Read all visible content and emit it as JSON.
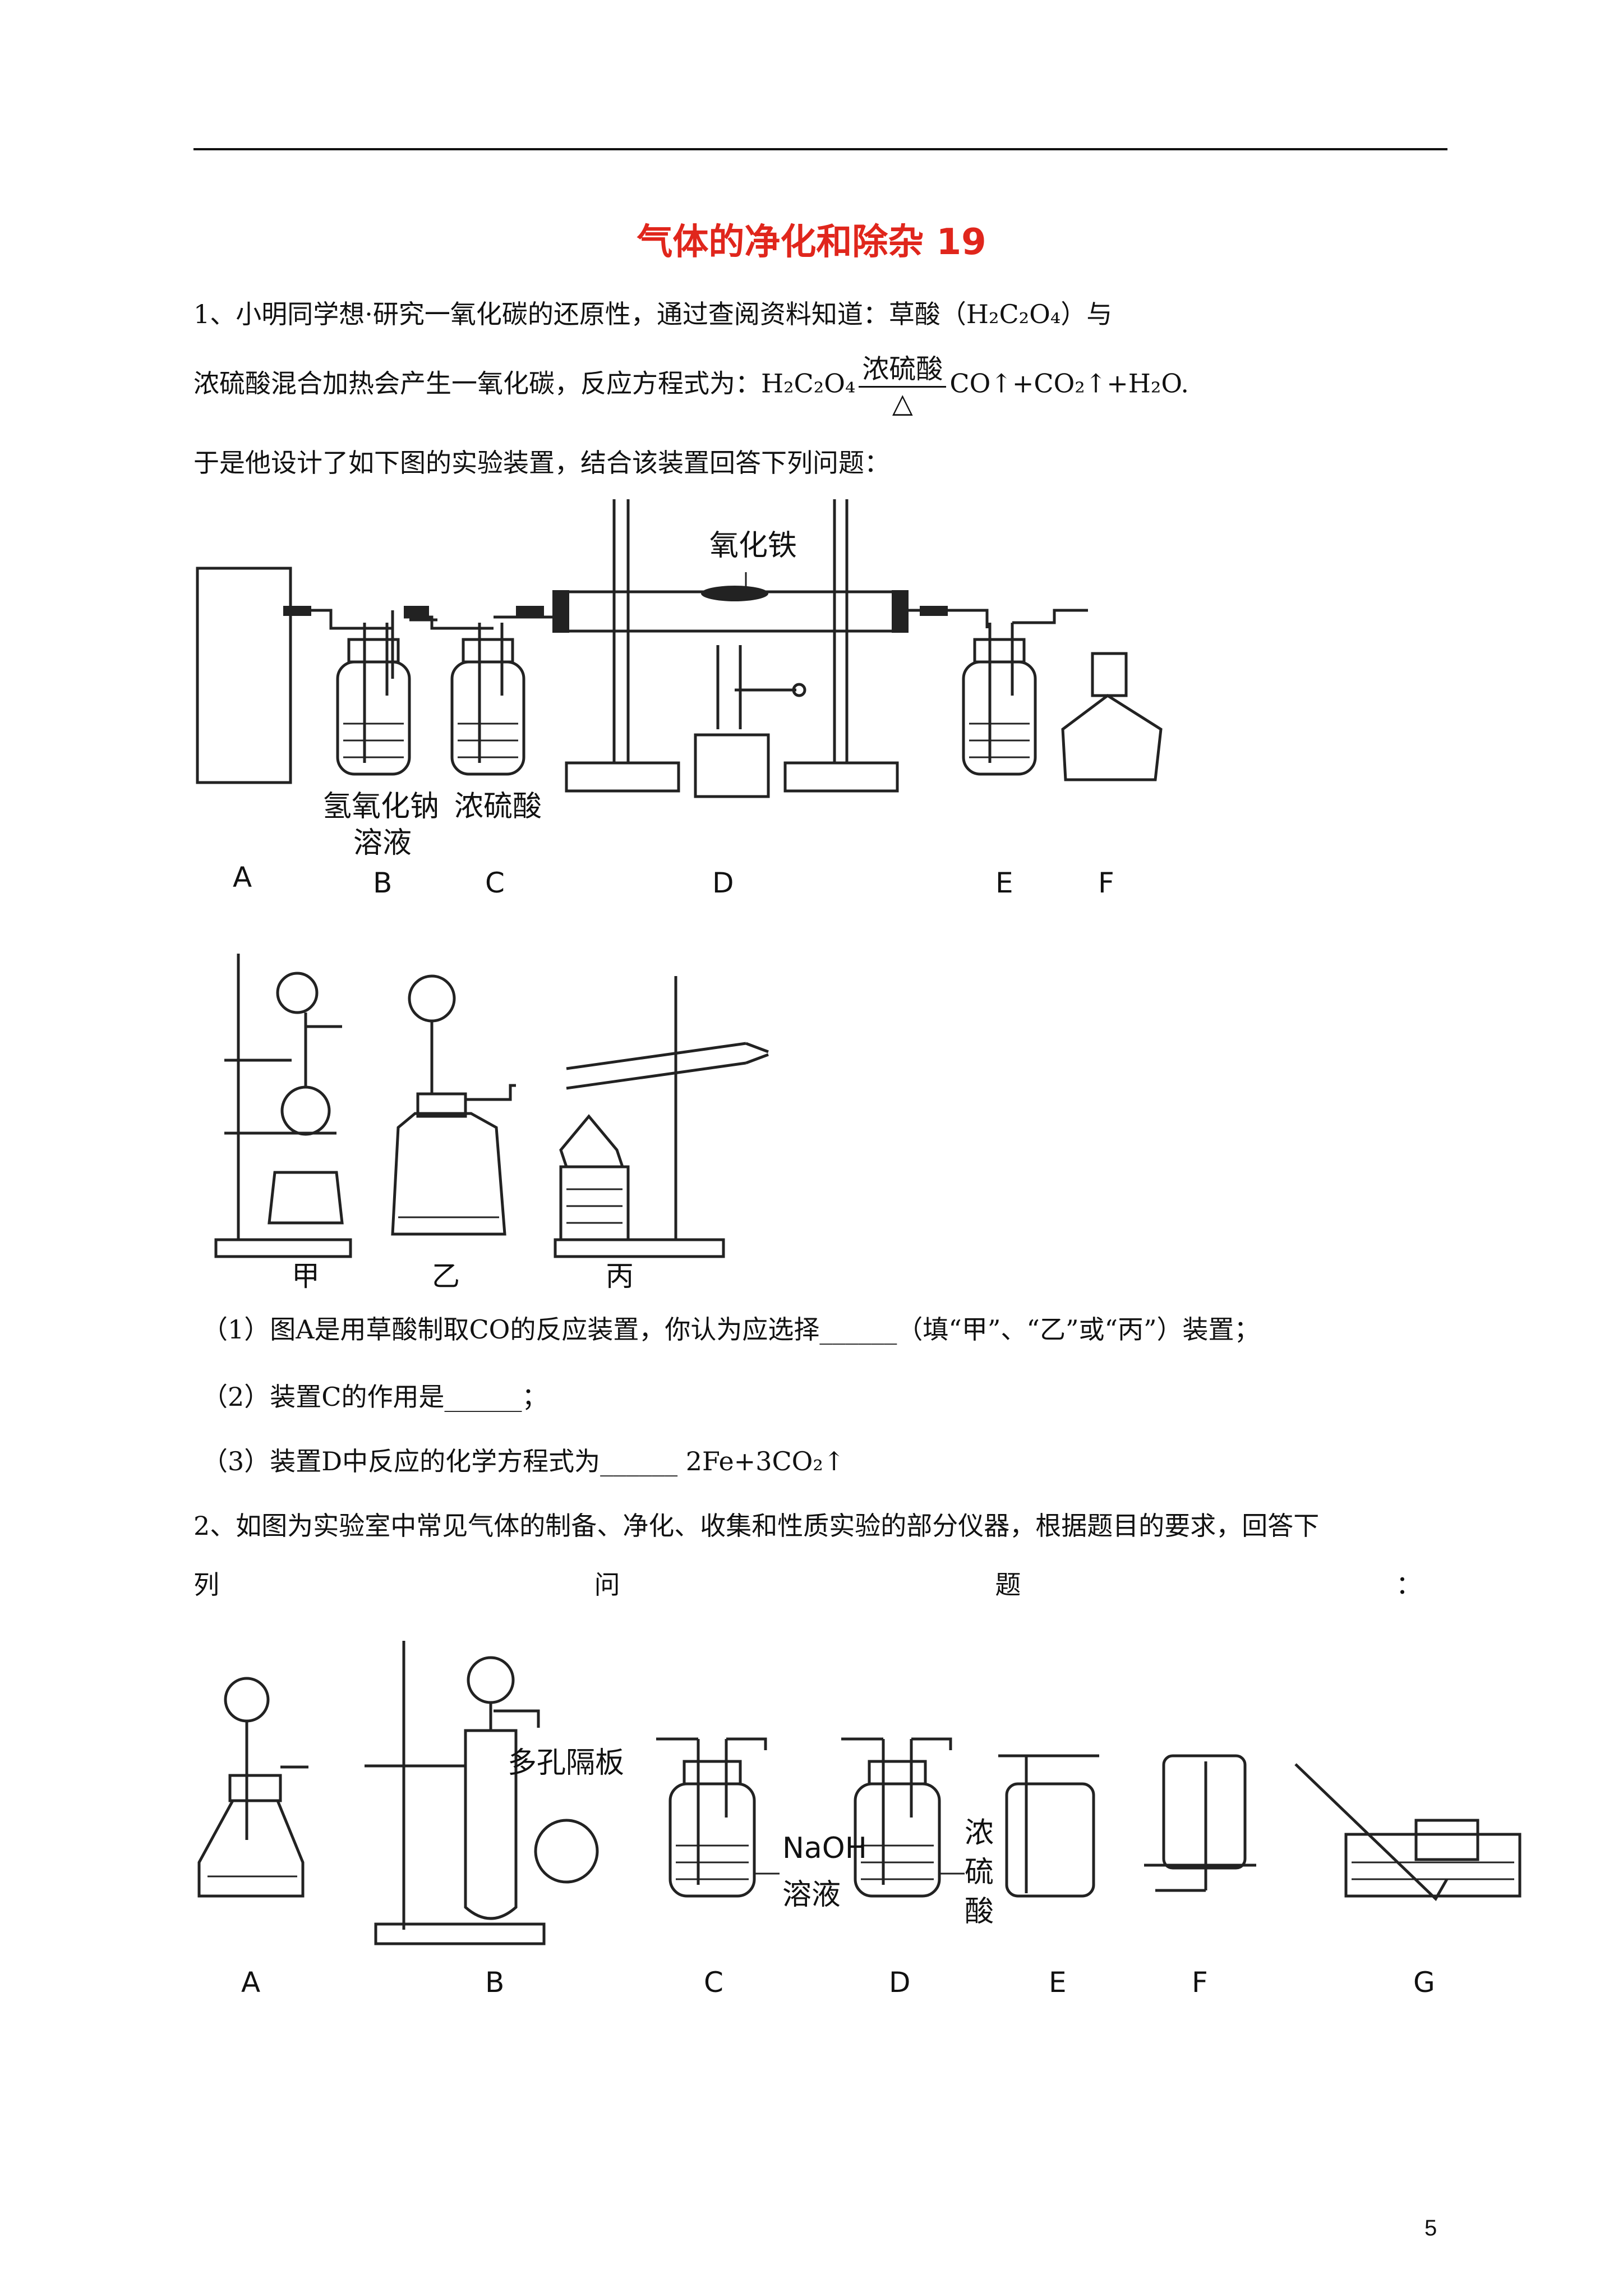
{
  "page": {
    "title": "气体的净化和除杂 19",
    "page_number": "5"
  },
  "q1": {
    "line1": "1、小明同学想·研究一氧化碳的还原性，通过查阅资料知道：草酸（H₂C₂O₄）与",
    "line2_pre": "浓硫酸混合加热会产生一氧化碳，反应方程式为：H₂C₂O₄",
    "cond_top": "浓硫酸",
    "cond_bot": "△",
    "line2_post": "CO↑+CO₂↑+H₂O.",
    "line3": "于是他设计了如下图的实验装置，结合该装置回答下列问题：",
    "fig1": {
      "label_iron_oxide": "氧化铁",
      "label_naoh_1": "氢氧化钠",
      "label_naoh_2": "溶液",
      "label_acid": "浓硫酸",
      "letters": [
        "A",
        "B",
        "C",
        "D",
        "E",
        "F"
      ]
    },
    "fig2": {
      "letters": [
        "甲",
        "乙",
        "丙"
      ]
    },
    "sub1": "（1）图A是用草酸制取CO的反应装置，你认为应选择______（填“甲”、“乙”或“丙”）装置；",
    "sub2": "（2）装置C的作用是______；",
    "sub3": "（3）装置D中反应的化学方程式为______    2Fe+3CO₂↑"
  },
  "q2": {
    "line1": "2、如图为实验室中常见气体的制备、净化、收集和性质实验的部分仪器，根据题目的要求，回答下",
    "line2": [
      "列",
      "问",
      "题",
      "："
    ],
    "fig3": {
      "label_porous": "多孔隔板",
      "label_naoh_1": "NaOH",
      "label_naoh_2": "溶液",
      "label_acid": [
        "浓",
        "硫",
        "酸"
      ],
      "letters": [
        "A",
        "B",
        "C",
        "D",
        "E",
        "F",
        "G"
      ]
    }
  }
}
